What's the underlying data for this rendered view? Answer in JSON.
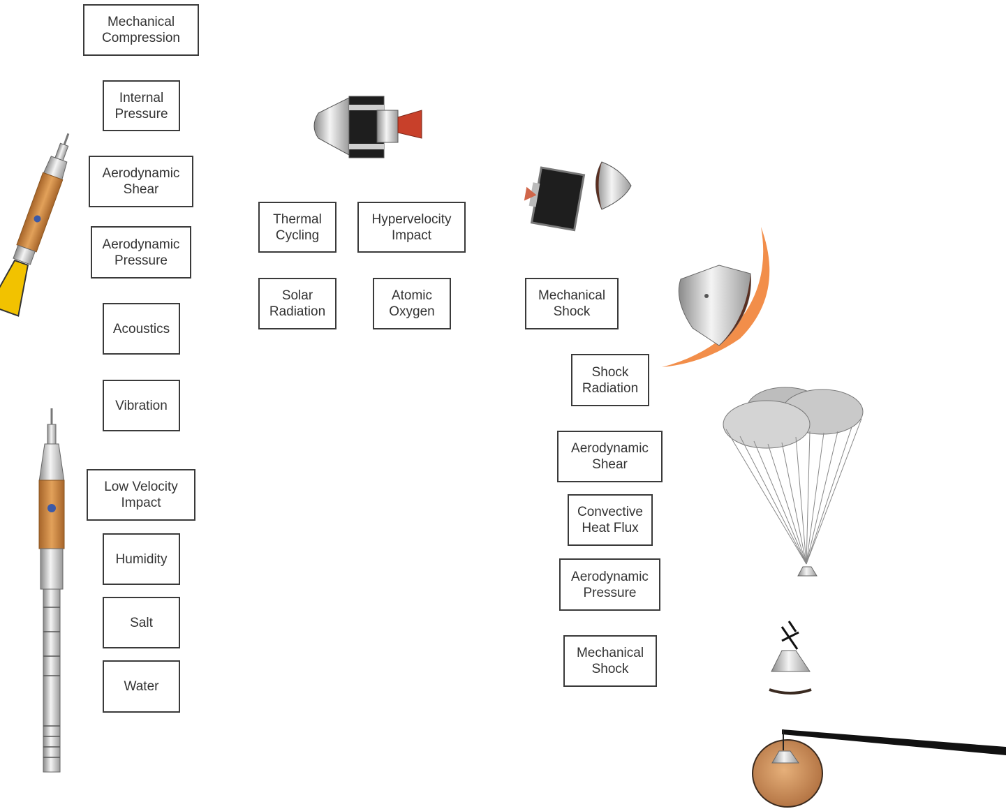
{
  "launch_column": {
    "mechanical_compression": [
      "Mechanical",
      "Compression"
    ],
    "internal_pressure": [
      "Internal",
      "Pressure"
    ],
    "aerodynamic_shear": [
      "Aerodynamic",
      "Shear"
    ],
    "aerodynamic_pressure": [
      "Aerodynamic",
      "Pressure"
    ],
    "acoustics": [
      "Acoustics"
    ],
    "vibration": [
      "Vibration"
    ],
    "low_velocity_impact": [
      "Low Velocity",
      "Impact"
    ],
    "humidity": [
      "Humidity"
    ],
    "salt": [
      "Salt"
    ],
    "water": [
      "Water"
    ]
  },
  "space_column": {
    "thermal_cycling": [
      "Thermal",
      "Cycling"
    ],
    "hypervelocity_impact": [
      "Hypervelocity",
      "Impact"
    ],
    "solar_radiation": [
      "Solar",
      "Radiation"
    ],
    "atomic_oxygen": [
      "Atomic",
      "Oxygen"
    ]
  },
  "reentry_column": {
    "mechanical_shock_separation": [
      "Mechanical",
      "Shock"
    ],
    "shock_radiation": [
      "Shock",
      "Radiation"
    ],
    "aerodynamic_shear": [
      "Aerodynamic",
      "Shear"
    ],
    "convective_heat_flux": [
      "Convective",
      "Heat Flux"
    ],
    "aerodynamic_pressure": [
      "Aerodynamic",
      "Pressure"
    ],
    "mechanical_shock_landing": [
      "Mechanical",
      "Shock"
    ]
  },
  "colors": {
    "box_border": "#3a3a3a",
    "rocket_orange": "#d18a3c",
    "reentry_glow": "#f07a2a",
    "nozzle_red": "#c8402a",
    "plume_yellow": "#f2c200"
  }
}
